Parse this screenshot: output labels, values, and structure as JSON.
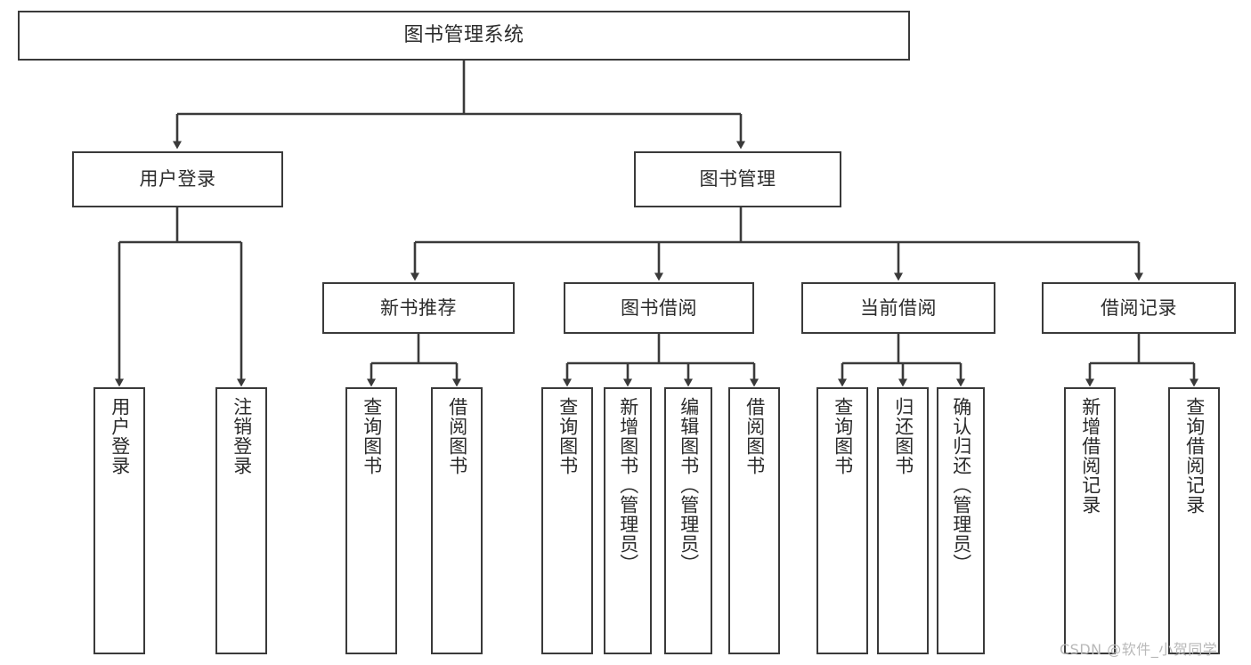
{
  "diagram": {
    "title": "图书管理系统",
    "type": "tree-hierarchy-chart",
    "watermark": "CSDN @软件_小贺同学",
    "colors": {
      "line": "#3a3a3a",
      "box_fill": "#ffffff",
      "text": "#2b2b2b",
      "watermark": "#b9b9b9",
      "background": "#ffffff"
    },
    "nodes": {
      "root": {
        "label": "图书管理系统"
      },
      "level1": [
        {
          "label": "用户登录"
        },
        {
          "label": "图书管理"
        }
      ],
      "level2": [
        {
          "label": "新书推荐"
        },
        {
          "label": "图书借阅"
        },
        {
          "label": "当前借阅"
        },
        {
          "label": "借阅记录"
        }
      ],
      "leaves": {
        "user_login": [
          {
            "label": "用户登录"
          },
          {
            "label": "注销登录"
          }
        ],
        "new_book_recommend": [
          {
            "label": "查询图书"
          },
          {
            "label": "借阅图书"
          }
        ],
        "book_borrow": [
          {
            "label": "查询图书"
          },
          {
            "label": "新增图书（管理员）"
          },
          {
            "label": "编辑图书（管理员）"
          },
          {
            "label": "借阅图书"
          }
        ],
        "current_borrow": [
          {
            "label": "查询图书"
          },
          {
            "label": "归还图书"
          },
          {
            "label": "确认归还（管理员）"
          }
        ],
        "borrow_records": [
          {
            "label": "新增借阅记录"
          },
          {
            "label": "查询借阅记录"
          }
        ]
      }
    }
  }
}
